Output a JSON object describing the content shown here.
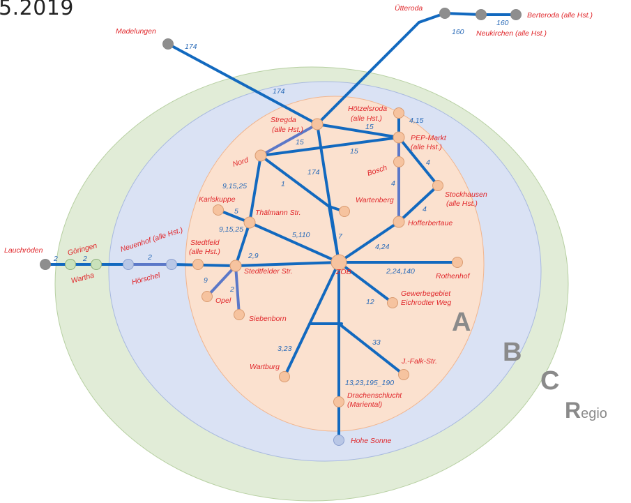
{
  "header": {
    "date_fragment": "5.2019"
  },
  "zones": {
    "a": "A",
    "b": "B",
    "c": "C",
    "regio_initial": "R",
    "regio_rest": "egio"
  },
  "colors": {
    "zone_a": "#fbe1cf",
    "zone_b": "#dae2f4",
    "zone_c": "#e1ecd7",
    "line": "#1269bf",
    "branch_line": "#5b78c8",
    "stop_a": "#f6c39f",
    "stop_b": "#b9c7e6",
    "stop_c": "#c9e2bb",
    "stop_regio": "#8e8e8e",
    "stop_label": "#e0262a",
    "route_label": "#2a6bb8"
  },
  "stops": {
    "utteroda": "Ütteroda",
    "berteroda": "Berteroda (alle Hst.)",
    "neukirchen": "Neukirchen (alle Hst.)",
    "madelungen": "Madelungen",
    "stregda_1": "Stregda",
    "stregda_2": "(alle Hst.)",
    "hotzelsroda_1": "Hötzelsroda",
    "hotzelsroda_2": "(alle Hst.)",
    "pep_1": "PEP-Markt",
    "pep_2": "(alle Hst.)",
    "nord": "Nord",
    "bosch": "Bosch",
    "stockhausen_1": "Stockhausen",
    "stockhausen_2": "(alle Hst.)",
    "karlskuppe": "Karlskuppe",
    "thalmann": "Thälmann Str.",
    "wartenberg": "Wartenberg",
    "hofferbertaue": "Hofferbertaue",
    "stedtfeld_1": "Stedtfeld",
    "stedtfeld_2": "(alle Hst.)",
    "stedtfelder": "Stedtfelder Str.",
    "zob": "ZOB",
    "rothenhof": "Rothenhof",
    "gewerbe_1": "Gewerbegebiet",
    "gewerbe_2": "Eichrodter Weg",
    "opel": "Opel",
    "siebenborn": "Siebenborn",
    "wartburg": "Wartburg",
    "jfalk": "J.-Falk-Str.",
    "drachen_1": "Drachenschlucht",
    "drachen_2": "(Mariental)",
    "hohe_sonne": "Hohe Sonne",
    "lauchroden": "Lauchröden",
    "goringen": "Göringen",
    "wartha": "Wartha",
    "neuenhof": "Neuenhof (alle Hst.)",
    "horschel": "Hörschel"
  },
  "routes": {
    "r160a": "160",
    "r160b": "160",
    "r174a": "174",
    "r174b": "174",
    "r174c": "174",
    "r415": "4,15",
    "r15a": "15",
    "r15b": "15",
    "r15c": "15",
    "r4a": "4",
    "r4b": "4",
    "r4c": "4",
    "r91525a": "9,15,25",
    "r1": "1",
    "r5": "5",
    "r91525b": "9,15,25",
    "r5110": "5,110",
    "r7": "7",
    "r424": "4,24",
    "r29": "2,9",
    "r224140": "2,24,140",
    "r9": "9",
    "r2c": "2",
    "r12": "12",
    "r323": "3,23",
    "r33": "33",
    "r1323": "13,23,195_190",
    "r2a": "2",
    "r2b": "2",
    "r2d": "2"
  }
}
